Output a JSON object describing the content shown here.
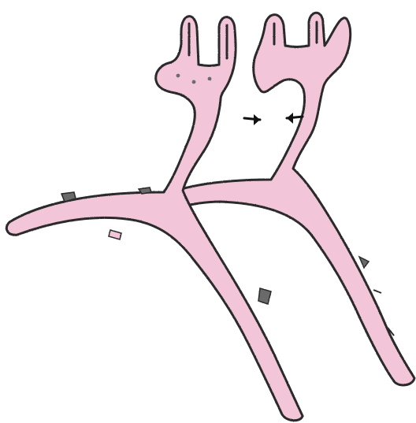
{
  "colors": {
    "background": "#ffffff",
    "tissue": "#f2c6d8",
    "outline": "#2a2a2a",
    "shading": "#6b6b6b",
    "arrow": "#111111"
  },
  "figures": [
    {
      "name": "left-branching-structure"
    },
    {
      "name": "right-branching-structure"
    }
  ],
  "annotations": {
    "arrows": [
      {
        "direction": "right",
        "meaning": "pointing-toward-gap"
      },
      {
        "direction": "left",
        "meaning": "pointing-toward-gap"
      }
    ]
  }
}
